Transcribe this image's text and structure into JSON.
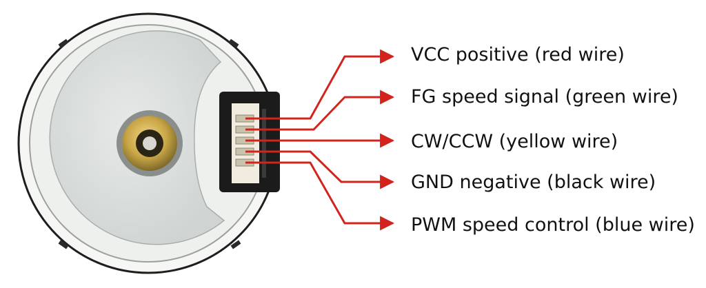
{
  "colors": {
    "arrow": "#d2231c",
    "motor_rim": "#f4f5f3",
    "motor_face": "#d9dddb",
    "connector_body": "#1b1b1b",
    "connector_pins": "#f0ece0",
    "shaft_brass": "#c9a646"
  },
  "labels": [
    {
      "text": "VCC positive (red wire)"
    },
    {
      "text": "FG speed signal (green wire)"
    },
    {
      "text": "CW/CCW (yellow wire)"
    },
    {
      "text": "GND negative (black wire)"
    },
    {
      "text": "PWM speed control (blue wire)"
    }
  ]
}
